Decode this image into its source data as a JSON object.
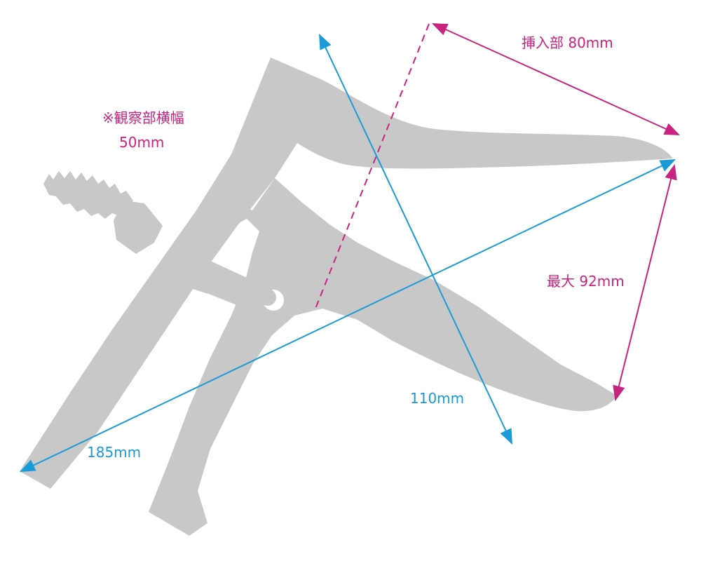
{
  "labels": {
    "observation_width_title": "※観察部横幅",
    "observation_width_value": "50mm",
    "insertion_length": "挿入部 80mm",
    "max_opening": "最大 92mm",
    "depth": "110mm",
    "total_length": "185mm"
  },
  "colors": {
    "device": "#c8c8c8",
    "magenta": "#c8237f",
    "cyan": "#1a9ad6",
    "background": "#ffffff"
  }
}
